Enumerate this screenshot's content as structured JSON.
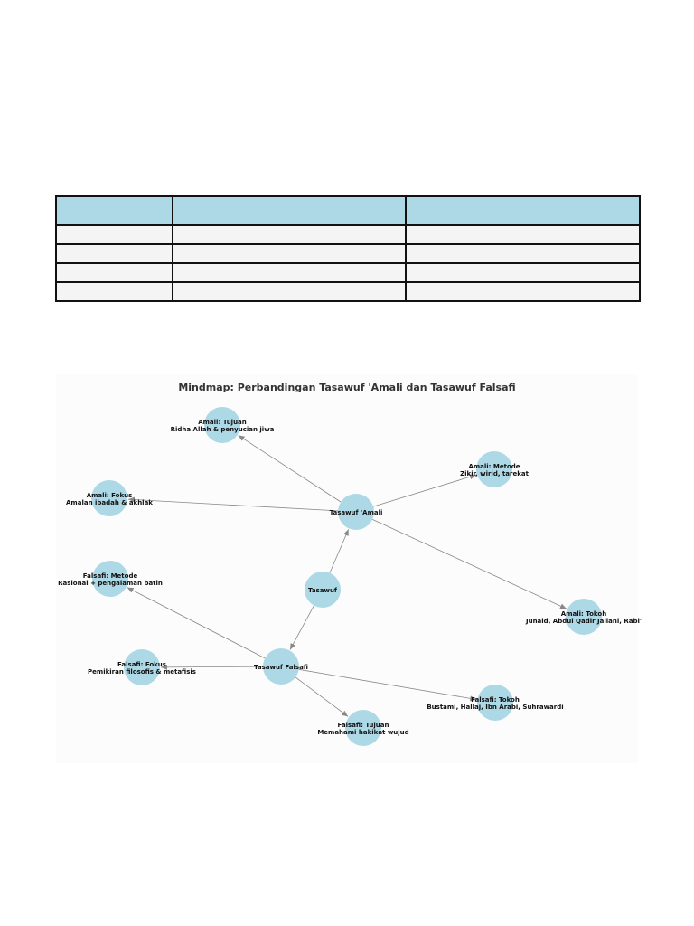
{
  "table": {
    "headers": [
      "",
      "",
      ""
    ],
    "rows": [
      [
        "",
        "",
        ""
      ],
      [
        "",
        "",
        ""
      ],
      [
        "",
        "",
        ""
      ],
      [
        "",
        "",
        ""
      ]
    ]
  },
  "mindmap": {
    "title": "Mindmap: Perbandingan Tasawuf 'Amali dan Tasawuf Falsafi",
    "node_color": "#add8e6",
    "edge_color": "#888888",
    "nodes": [
      {
        "id": "root",
        "lines": [
          "Tasawuf"
        ]
      },
      {
        "id": "amali",
        "lines": [
          "Tasawuf 'Amali"
        ]
      },
      {
        "id": "falsafi",
        "lines": [
          "Tasawuf Falsafi"
        ]
      },
      {
        "id": "amali-tujuan",
        "lines": [
          "Amali: Tujuan",
          "Ridha Allah & penyucian jiwa"
        ]
      },
      {
        "id": "amali-metode",
        "lines": [
          "Amali: Metode",
          "Zikir, wirid, tarekat"
        ]
      },
      {
        "id": "amali-fokus",
        "lines": [
          "Amali: Fokus",
          "Amalan ibadah & akhlak"
        ]
      },
      {
        "id": "amali-tokoh",
        "lines": [
          "Amali: Tokoh",
          "Junaid, Abdul Qadir Jailani, Rabi'"
        ]
      },
      {
        "id": "falsafi-metode",
        "lines": [
          "Falsafi: Metode",
          "Rasional + pengalaman batin"
        ]
      },
      {
        "id": "falsafi-fokus",
        "lines": [
          "Falsafi: Fokus",
          "Pemikiran filosofis & metafisis"
        ]
      },
      {
        "id": "falsafi-tokoh",
        "lines": [
          "Falsafi: Tokoh",
          "Bustami, Hallaj, Ibn Arabi, Suhrawardi"
        ]
      },
      {
        "id": "falsafi-tujuan",
        "lines": [
          "Falsafi: Tujuan",
          "Memahami hakikat wujud"
        ]
      }
    ],
    "edges": [
      [
        "root",
        "amali"
      ],
      [
        "root",
        "falsafi"
      ],
      [
        "amali",
        "amali-tujuan"
      ],
      [
        "amali",
        "amali-metode"
      ],
      [
        "amali",
        "amali-fokus"
      ],
      [
        "amali",
        "amali-tokoh"
      ],
      [
        "falsafi",
        "falsafi-metode"
      ],
      [
        "falsafi",
        "falsafi-fokus"
      ],
      [
        "falsafi",
        "falsafi-tokoh"
      ],
      [
        "falsafi",
        "falsafi-tujuan"
      ]
    ]
  }
}
